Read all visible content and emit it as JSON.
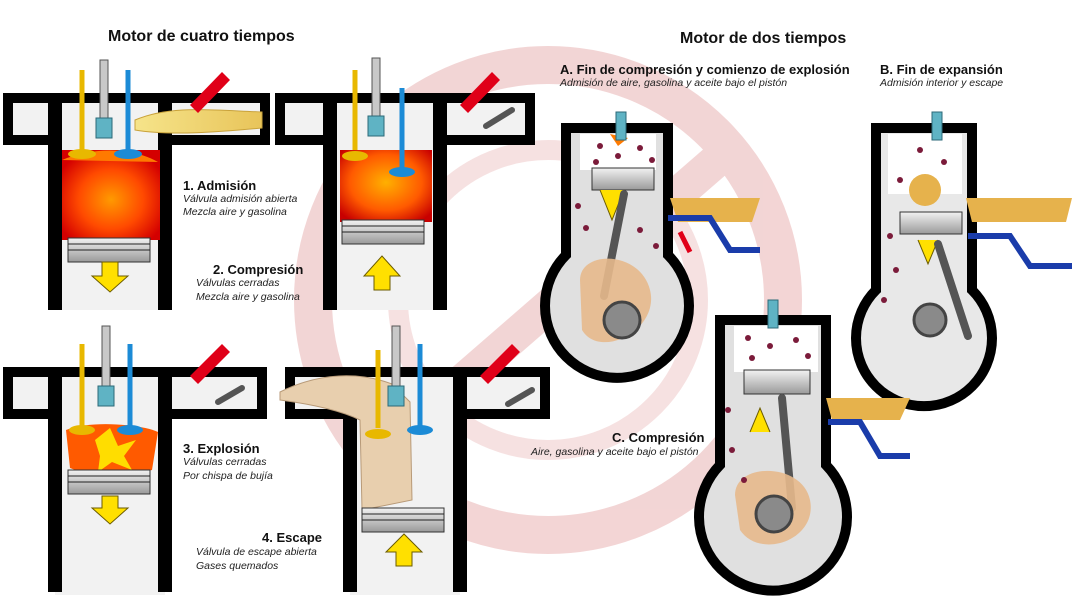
{
  "colors": {
    "watermark": "#e9b3b3",
    "wall": "#000000",
    "port": "#f2f2f2",
    "intake_valve": "#e8b800",
    "exhaust_valve": "#1c8bd6",
    "spark_plug": "#5fb3c4",
    "flame_hot": "#ff3b00",
    "flame_warm": "#ff8c00",
    "mixture": "#f2d46b",
    "exhaust_gas": "#e8cfae",
    "arrow": "#ffe000",
    "injector": "#e00018",
    "particles": "#7b1b3a",
    "fresh_charge": "#e6b24c",
    "transfer_port": "#1a3caa",
    "cloud": "#e7b98c"
  },
  "icons": [
    "spark-plug-icon",
    "intake-valve-icon",
    "exhaust-valve-icon",
    "injector-icon",
    "piston-icon",
    "arrow-down-icon",
    "arrow-up-icon",
    "crankshaft-icon",
    "watermark-logo"
  ],
  "four_stroke": {
    "title": "Motor de cuatro tiempos",
    "steps": [
      {
        "label": "1. Admisión",
        "desc": [
          "Válvula admisión abierta",
          "Mezcla aire y gasolina"
        ],
        "direction": "down"
      },
      {
        "label": "2. Compresión",
        "desc": [
          "Válvulas cerradas",
          "Mezcla aire y gasolina"
        ],
        "direction": "up"
      },
      {
        "label": "3. Explosión",
        "desc": [
          "Válvulas cerradas",
          "Por chispa de bujía"
        ],
        "direction": "down"
      },
      {
        "label": "4. Escape",
        "desc": [
          "Válvula de escape abierta",
          "Gases quemados"
        ],
        "direction": "up"
      }
    ]
  },
  "two_stroke": {
    "title": "Motor de dos tiempos",
    "steps": [
      {
        "label": "A. Fin de compresión y comienzo de explosión",
        "desc": [
          "Admisión de aire, gasolina y aceite bajo el pistón"
        ],
        "direction": "down"
      },
      {
        "label": "B. Fin de expansión",
        "desc": [
          "Admisión interior y escape"
        ],
        "direction": "down"
      },
      {
        "label": "C. Compresión",
        "desc": [
          "Aire, gasolina y aceite bajo el pistón"
        ],
        "direction": "up"
      }
    ]
  }
}
